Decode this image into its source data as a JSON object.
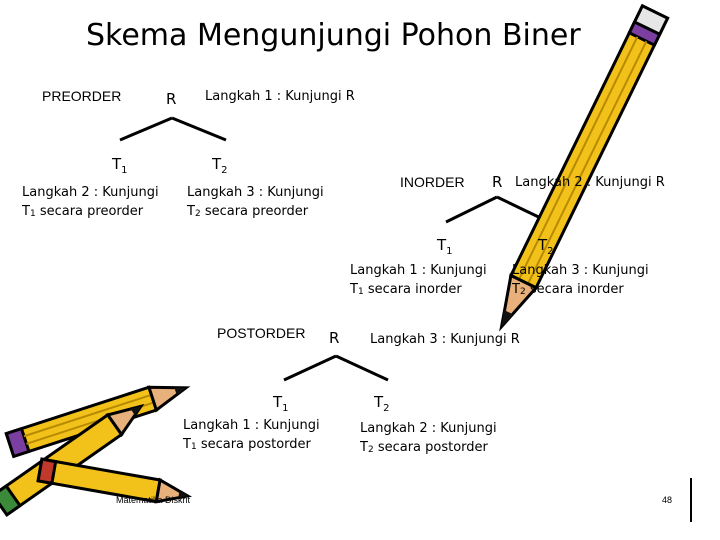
{
  "title": "Skema Mengunjungi Pohon Biner",
  "preorder": {
    "label": "PREORDER",
    "root": "R",
    "left": "T",
    "left_sub": "1",
    "right": "T",
    "right_sub": "2",
    "step_root": "Langkah 1 : Kunjungi R",
    "step_left_1": "Langkah 2 : Kunjungi",
    "step_left_2_a": "T",
    "step_left_2_sub": "1",
    "step_left_2_b": " secara preorder",
    "step_right_1": "Langkah 3 : Kunjungi",
    "step_right_2_a": "T",
    "step_right_2_sub": "2",
    "step_right_2_b": " secara preorder"
  },
  "inorder": {
    "label": "INORDER",
    "root": "R",
    "left": "T",
    "left_sub": "1",
    "right": "T",
    "right_sub": "2",
    "step_root": "Langkah 2 : Kunjungi R",
    "step_left_1": "Langkah 1 : Kunjungi",
    "step_left_2_a": "T",
    "step_left_2_sub": "1",
    "step_left_2_b": " secara inorder",
    "step_right_1": "Langkah 3 : Kunjungi",
    "step_right_2_a": "T",
    "step_right_2_sub": "2",
    "step_right_2_b": " secara inorder"
  },
  "postorder": {
    "label": "POSTORDER",
    "root": "R",
    "left": "T",
    "left_sub": "1",
    "right": "T",
    "right_sub": "2",
    "step_root": "Langkah 3 : Kunjungi R",
    "step_left_1": "Langkah 1 : Kunjungi",
    "step_left_2_a": "T",
    "step_left_2_sub": "1",
    "step_left_2_b": " secara postorder",
    "step_right_1": "Langkah 2 : Kunjungi",
    "step_right_2_a": "T",
    "step_right_2_sub": "2",
    "step_right_2_b": " secara postorder"
  },
  "footer": {
    "course": "Matematika Diskrit",
    "page": "48"
  },
  "colors": {
    "line": "#000000",
    "pencil_body": "#f2c21a",
    "pencil_band": "#7a3fa0",
    "pencil_tip": "#e8b07a"
  }
}
